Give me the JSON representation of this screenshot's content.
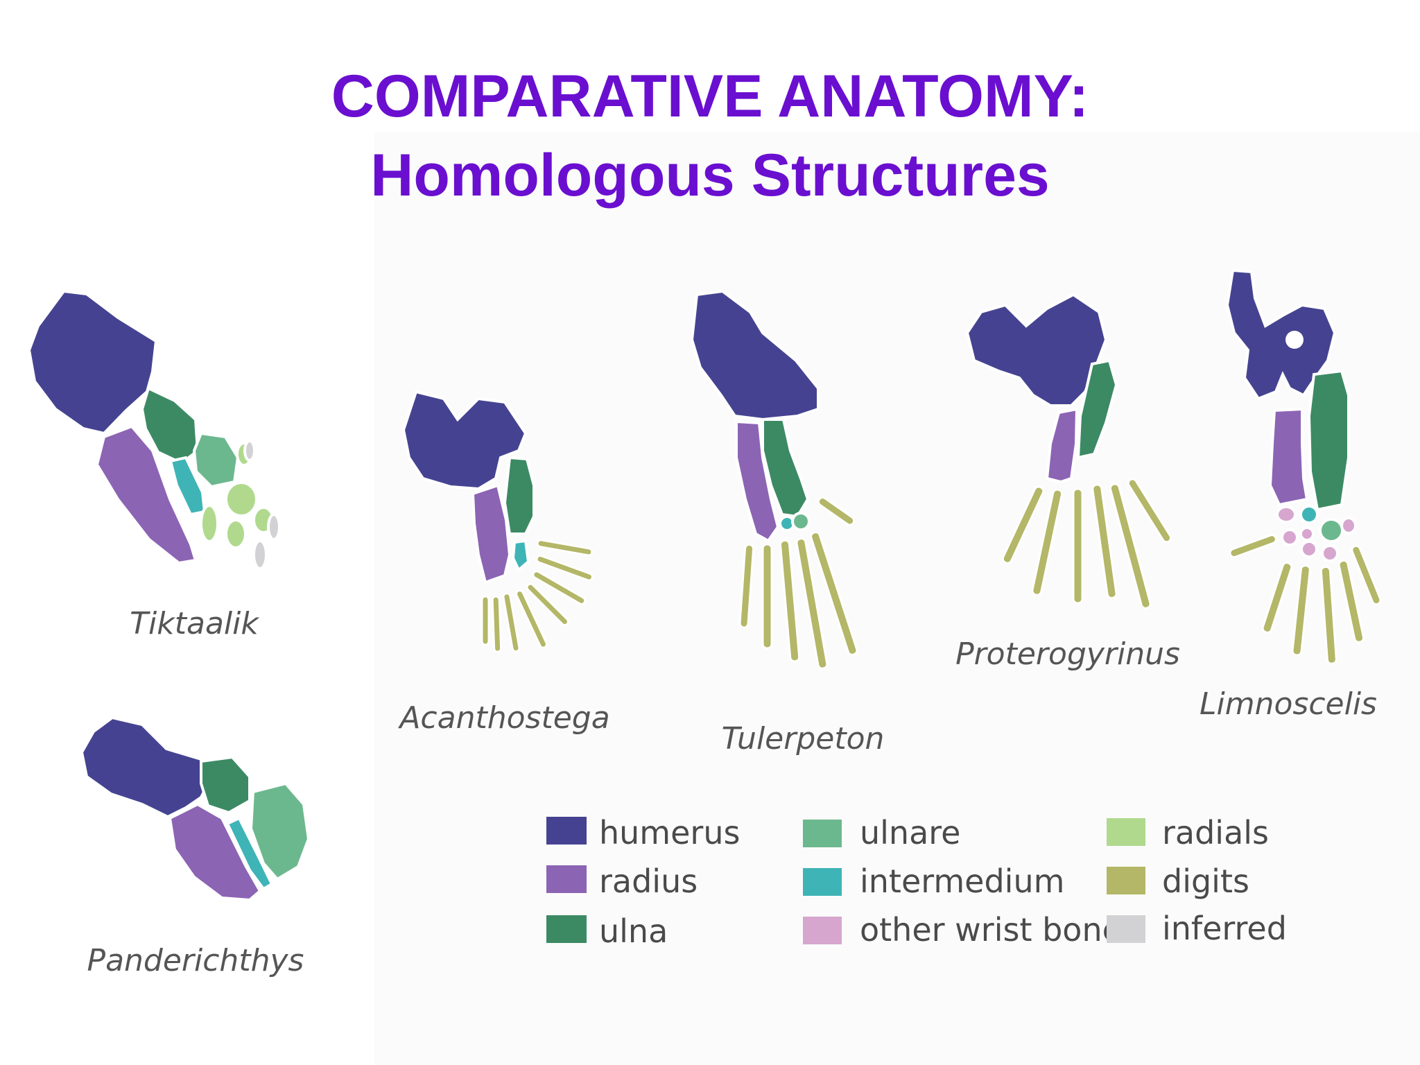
{
  "title": {
    "line1": "COMPARATIVE ANATOMY:",
    "line2": "Homologous Structures"
  },
  "species": [
    "Tiktaalik",
    "Panderichthys",
    "Acanthostega",
    "Tulerpeton",
    "Proterogyrinus",
    "Limnoscelis"
  ],
  "legend": [
    {
      "label": "humerus",
      "color": "#454391"
    },
    {
      "label": "radius",
      "color": "#8c64b4"
    },
    {
      "label": "ulna",
      "color": "#3c8a64"
    },
    {
      "label": "ulnare",
      "color": "#6cb88e"
    },
    {
      "label": "intermedium",
      "color": "#3fb4b6"
    },
    {
      "label": "other wrist bones",
      "color": "#d6a6cf"
    },
    {
      "label": "radials",
      "color": "#b0d98e"
    },
    {
      "label": "digits",
      "color": "#b3b767"
    },
    {
      "label": "inferred",
      "color": "#d2d2d4"
    }
  ]
}
